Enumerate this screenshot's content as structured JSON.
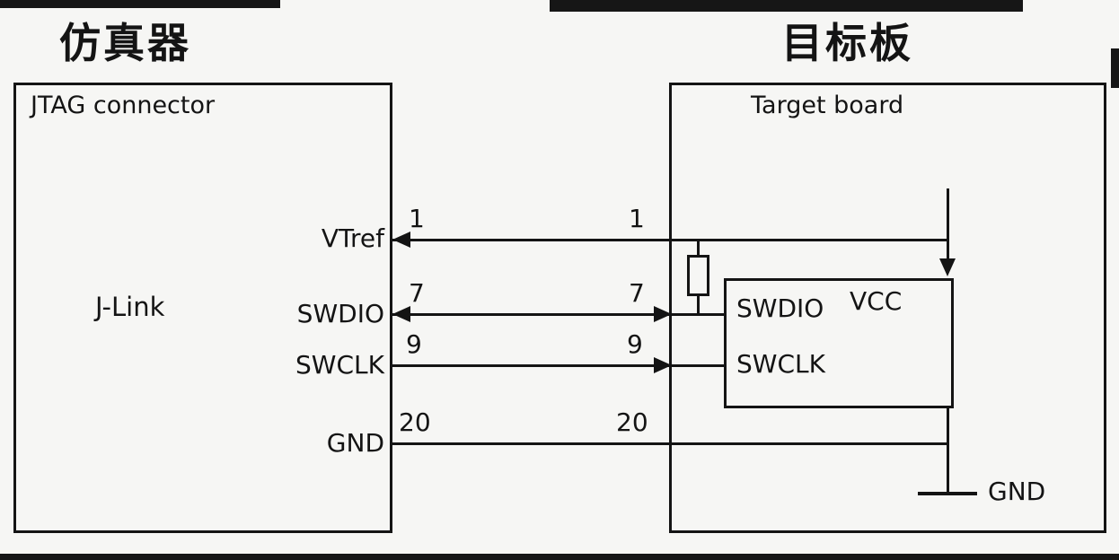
{
  "titles": {
    "left": "仿真器",
    "right": "目标板"
  },
  "emulator": {
    "header": "JTAG connector",
    "device": "J-Link"
  },
  "target": {
    "header": "Target board",
    "chip": {
      "swdio": "SWDIO",
      "swclk": "SWCLK",
      "vcc": "VCC"
    },
    "ground_label": "GND"
  },
  "connections": {
    "vtref": {
      "signal": "VTref",
      "left_pin": "1",
      "right_pin": "1",
      "direction": "to-emulator"
    },
    "swdio": {
      "signal": "SWDIO",
      "left_pin": "7",
      "right_pin": "7",
      "direction": "bidirectional"
    },
    "swclk": {
      "signal": "SWCLK",
      "left_pin": "9",
      "right_pin": "9",
      "direction": "to-target"
    },
    "gnd": {
      "signal": "GND",
      "left_pin": "20",
      "right_pin": "20",
      "direction": "plain"
    }
  },
  "colors": {
    "ink": "#141414",
    "background": "#f6f6f4"
  }
}
